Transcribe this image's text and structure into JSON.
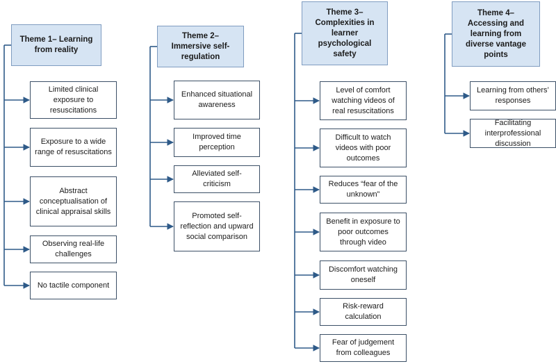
{
  "themes": [
    {
      "title": "Theme 1– Learning from reality",
      "items": [
        "Limited clinical exposure to resuscitations",
        "Exposure to a wide range of resuscitations",
        "Abstract conceptualisation of clinical appraisal skills",
        "Observing real-life challenges",
        "No tactile component"
      ]
    },
    {
      "title": "Theme 2– Immersive self-regulation",
      "items": [
        "Enhanced situational awareness",
        "Improved time perception",
        "Alleviated self-criticism",
        "Promoted self-reflection and upward social comparison"
      ]
    },
    {
      "title": "Theme 3– Complexities in learner psychological safety",
      "items": [
        "Level of comfort watching videos of real resuscitations",
        "Difficult to watch videos with poor outcomes",
        "Reduces “fear of the unknown”",
        "Benefit in exposure to poor outcomes through video",
        "Discomfort watching oneself",
        "Risk-reward calculation",
        "Fear of judgement from colleagues"
      ]
    },
    {
      "title": "Theme 4– Accessing and learning from diverse vantage points",
      "items": [
        "Learning from others’ responses",
        "Facilitating interprofessional discussion"
      ]
    }
  ],
  "colors": {
    "theme_fill": "#d6e4f3",
    "theme_border": "#7f9cc0",
    "item_border": "#3b4f66",
    "connector": "#2e5a88"
  }
}
